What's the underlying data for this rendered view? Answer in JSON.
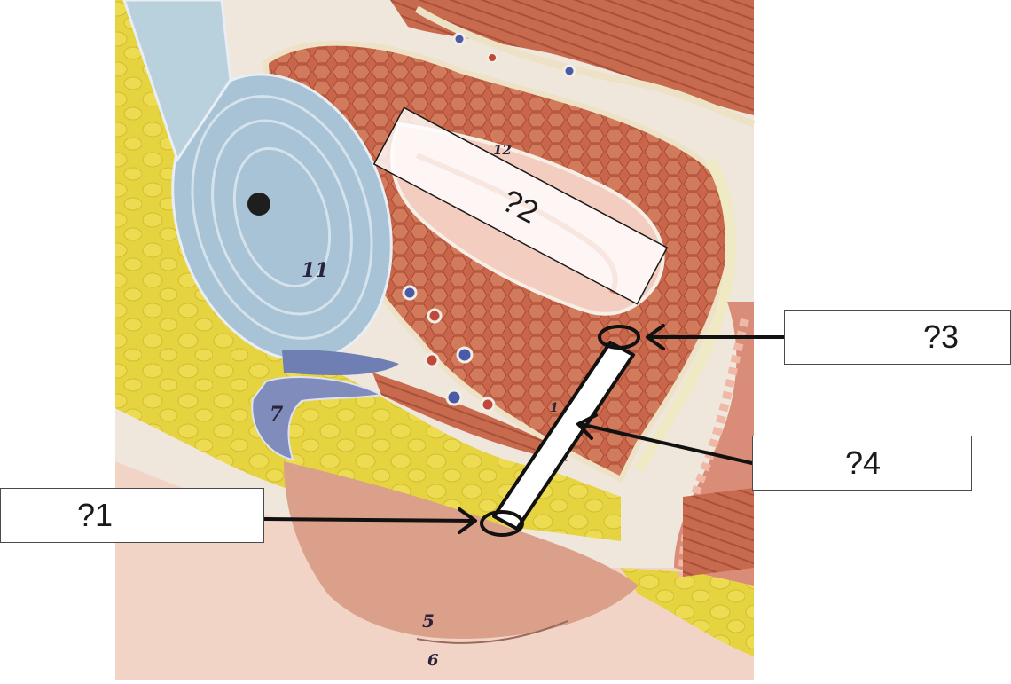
{
  "labels": {
    "q1": "?1",
    "q2": "?2",
    "q3": "?3",
    "q4": "?4"
  },
  "model_numbers": {
    "n11": "11",
    "n12": "12",
    "n7": "7",
    "n5": "5",
    "n6": "6",
    "n1": "1"
  },
  "colors": {
    "fat_yellow": "#e9d84a",
    "muscle_orange": "#c9684a",
    "bone_blue": "#a9c3d6",
    "cartilage_blue": "#8190b8",
    "skin_pink": "#e2ad98",
    "vessel_red": "#c0473a",
    "vessel_blue": "#4b5aa6"
  }
}
